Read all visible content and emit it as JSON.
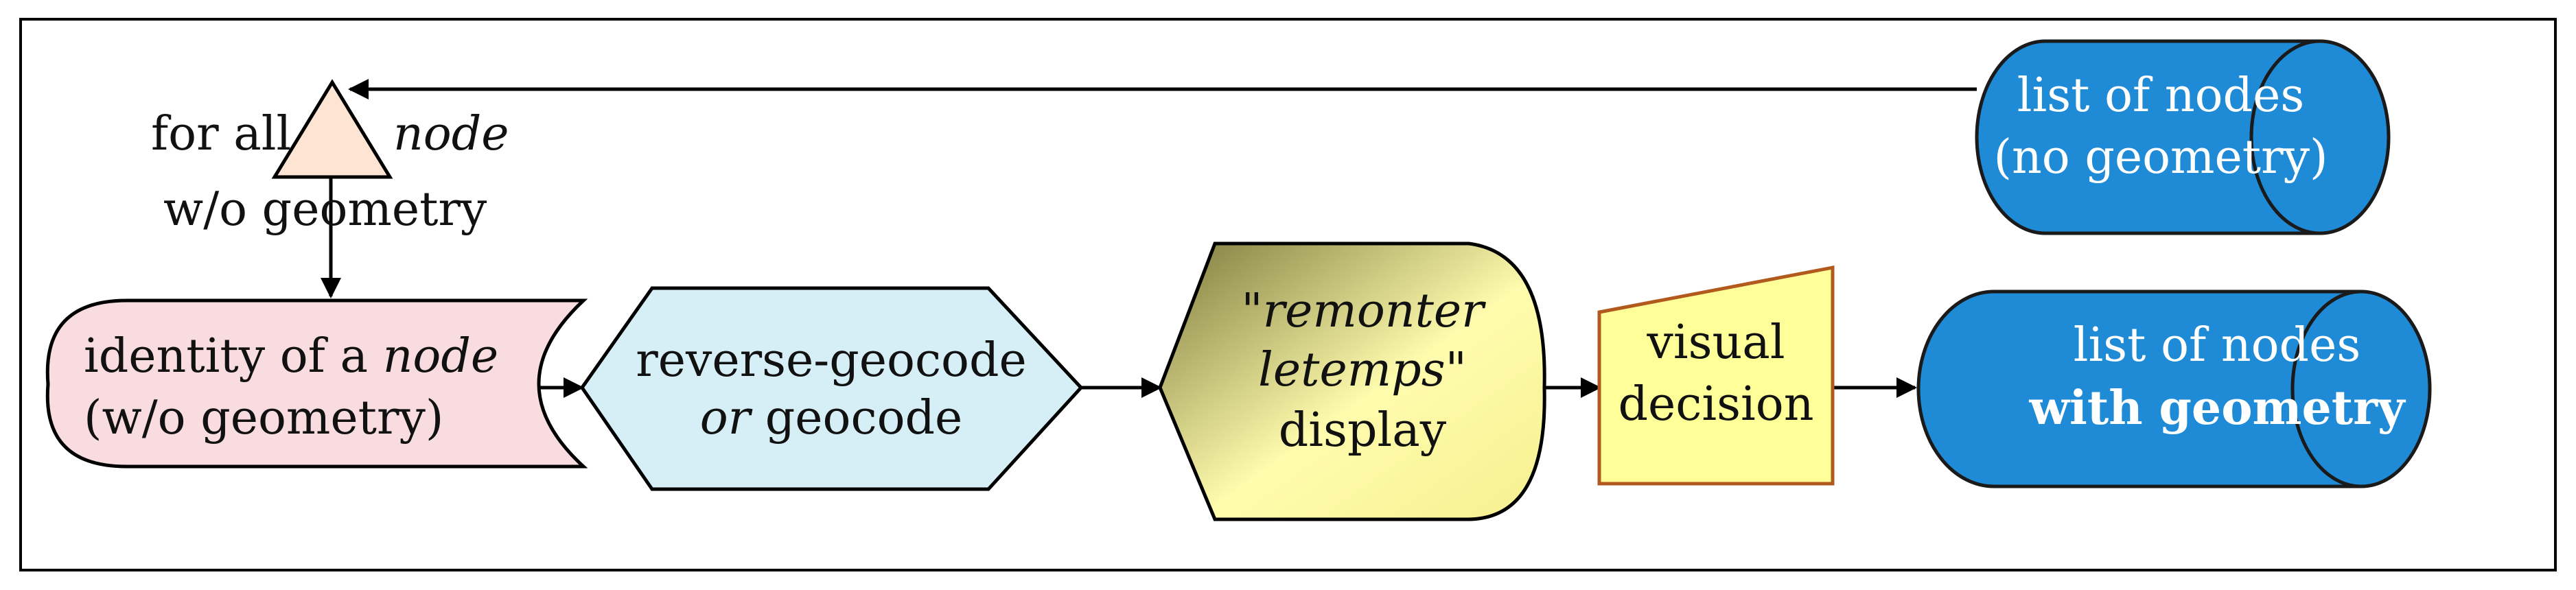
{
  "colors": {
    "border": "#000000",
    "loop_triangle_fill": "#fde4d3",
    "identity_fill": "#f9dcdf",
    "geocode_fill": "#d6eef5",
    "display_gradient_light": "#fffcae",
    "display_gradient_dark": "#7d7a3c",
    "visual_fill": "#ffff99",
    "visual_stroke": "#b25a1e",
    "cylinder_fill": "#1f8bd6",
    "cylinder_stroke": "#1a1a1a"
  },
  "loop": {
    "for_all": "for all",
    "node": "node",
    "without_geometry": "w/o geometry"
  },
  "identity": {
    "line1_prefix": "identity of a ",
    "line1_italic": "node",
    "line2": "(w/o geometry)"
  },
  "geocode": {
    "line1": "reverse-geocode",
    "line2_italic": "or",
    "line2_rest": " geocode"
  },
  "display": {
    "line1": "\"remonter",
    "line2_italic": "letemps",
    "line2_quote": "\"",
    "line3": "display"
  },
  "visual": {
    "line1": "visual",
    "line2": "decision"
  },
  "list_no_geom": {
    "line1": "list of nodes",
    "line2": "(no geometry)"
  },
  "list_with_geom": {
    "line1": "list of nodes",
    "line2": "with geometry"
  }
}
